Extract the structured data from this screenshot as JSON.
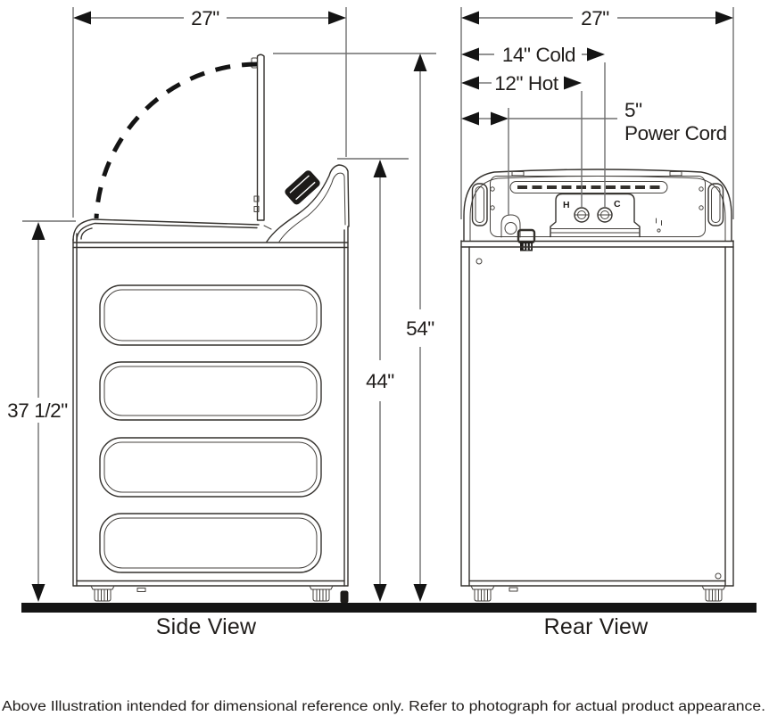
{
  "diagram": {
    "side": {
      "width_label": "27\"",
      "body_height_label": "37 1/2\"",
      "console_height_label": "44\"",
      "lid_open_height_label": "54\"",
      "caption": "Side View"
    },
    "rear": {
      "width_label": "27\"",
      "cold_inlet_label": "14\" Cold",
      "hot_inlet_label": "12\" Hot",
      "power_cord_length_label": "5\"",
      "power_cord_label": "Power Cord",
      "hot_port_label": "H",
      "cold_port_label": "C",
      "caption": "Rear View"
    },
    "footer_note": "Above Illustration intended for dimensional reference only. Refer to photograph for actual product appearance."
  },
  "colors": {
    "artwork_line": "#34312d",
    "dimension_line": "#6f6f6f",
    "arrow_and_text": "#141414",
    "background": "#ffffff",
    "floor_bar": "#141414"
  }
}
